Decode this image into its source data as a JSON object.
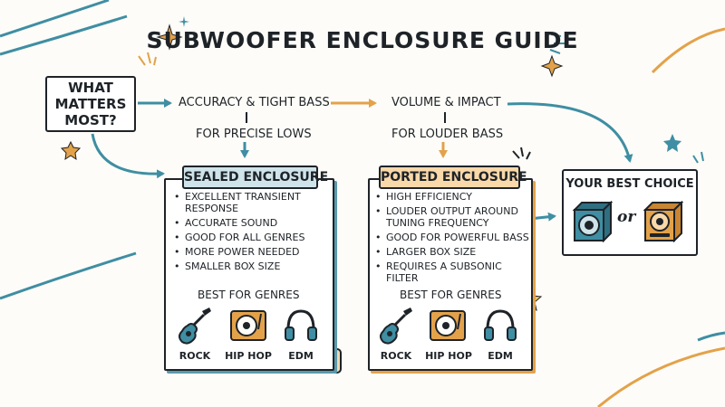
{
  "title": "SUBWOOFER ENCLOSURE GUIDE",
  "question": "WHAT MATTERS MOST?",
  "paths": {
    "accuracy": "ACCURACY & TIGHT BASS",
    "volume": "VOLUME & IMPACT",
    "precise": "FOR PRECISE LOWS",
    "louder": "FOR LOUDER BASS"
  },
  "sealed": {
    "heading": "SEALED ENCLOSURE",
    "features": [
      "EXCELLENT TRANSIENT RESPONSE",
      "ACCURATE SOUND",
      "GOOD FOR ALL GENRES",
      "MORE POWER NEEDED",
      "SMALLER BOX SIZE"
    ],
    "best_for": "BEST FOR GENRES",
    "genres": [
      "ROCK",
      "HIP HOP",
      "EDM"
    ]
  },
  "ported": {
    "heading": "PORTED ENCLOSURE",
    "features": [
      "HIGH EFFICIENCY",
      "LOUDER OUTPUT AROUND TUNING FREQUENCY",
      "GOOD FOR POWERFUL BASS",
      "LARGER BOX SIZE",
      "REQUIRES A SUBSONIC FILTER"
    ],
    "best_for": "BEST FOR GENRES",
    "genres": [
      "ROCK",
      "HIP HOP",
      "EDM"
    ]
  },
  "choice": {
    "title": "YOUR BEST CHOICE",
    "or": "or"
  },
  "colors": {
    "teal": "#3f8ea3",
    "orange": "#e3a24a",
    "ink": "#1e2328",
    "sealed_fill": "#cfe4ea",
    "ported_fill": "#f9d8a9"
  },
  "icons": [
    "guitar-icon",
    "turntable-icon",
    "headphones-icon",
    "sealed-speaker-icon",
    "ported-speaker-icon",
    "thumbs-up-icon",
    "star-icon",
    "sparkle-icon"
  ]
}
